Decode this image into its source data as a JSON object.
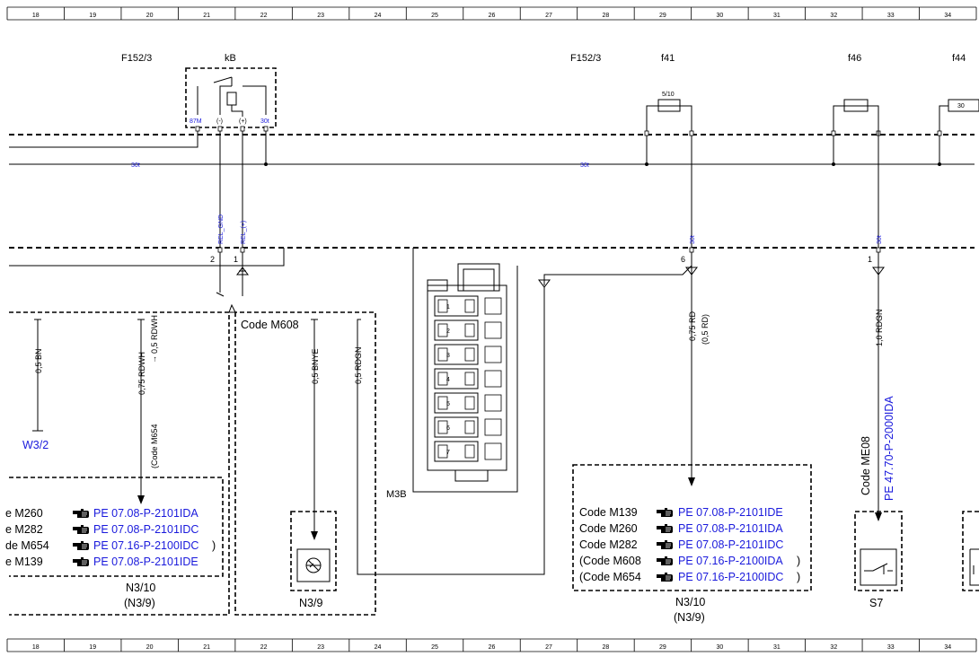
{
  "grid": {
    "columns": [
      "18",
      "19",
      "20",
      "21",
      "22",
      "23",
      "24",
      "25",
      "26",
      "27",
      "28",
      "29",
      "30",
      "31",
      "32",
      "33",
      "34"
    ]
  },
  "components": {
    "f152_left": "F152/3",
    "kb": "kB",
    "f152_right": "F152/3",
    "f41": "f41",
    "f46": "f46",
    "f44": "f44",
    "fuse_f41_rating": "5/10",
    "fuse_f44_rating": "30",
    "relay_pins": [
      "87M",
      "(-)",
      "(+)",
      "30t"
    ],
    "bus_30t": "30t",
    "rel_gnd": "REL_GND",
    "rel_plus": "REL_(+)",
    "pin_30t": "30t",
    "pin_2": "2",
    "pin_1": "1",
    "pin_6": "6",
    "pin_1b": "1",
    "m3b": "M3B",
    "m3b_slots": [
      "1",
      "2",
      "3",
      "4",
      "5",
      "6",
      "7"
    ],
    "w32": "W3/2",
    "n39": "N3/9",
    "n310": "N3/10",
    "n39_paren": "(N3/9)",
    "s7": "S7"
  },
  "wires": {
    "bn": "0,5 BN",
    "rdwh": "0,75 RDWH",
    "rdwh_alt": "0,5 RDWH",
    "arrow": "→",
    "code_m654_note": "(Code M654",
    "bnye": "0,5 BNYE",
    "rdgn_small": "0,5 RDGN",
    "rd_main": "0,75 RD",
    "rd_alt": "(0,5 RD)",
    "rdgn_big": "1,0 RDGN"
  },
  "code_m608_header": "Code M608",
  "code_me08": "Code ME08",
  "pe_me08": "PE 47.70-P-2000IDA",
  "ref_icon": "pointing-hand-icon",
  "left_table": [
    {
      "code": "e M260",
      "ref": "PE 07.08-P-2101IDA",
      "close": ""
    },
    {
      "code": "e M282",
      "ref": "PE 07.08-P-2101IDC",
      "close": ""
    },
    {
      "code": "de M654",
      "ref": "PE 07.16-P-2100IDC",
      "close": ")"
    },
    {
      "code": "e M139",
      "ref": "PE 07.08-P-2101IDE",
      "close": ""
    }
  ],
  "right_table": [
    {
      "code": "Code M139",
      "ref": "PE 07.08-P-2101IDE",
      "close": ""
    },
    {
      "code": "Code M260",
      "ref": "PE 07.08-P-2101IDA",
      "close": ""
    },
    {
      "code": "Code M282",
      "ref": "PE 07.08-P-2101IDC",
      "close": ""
    },
    {
      "code": "(Code M608",
      "ref": "PE 07.16-P-2100IDA",
      "close": ")"
    },
    {
      "code": "(Code M654",
      "ref": "PE 07.16-P-2100IDC",
      "close": ")"
    }
  ]
}
